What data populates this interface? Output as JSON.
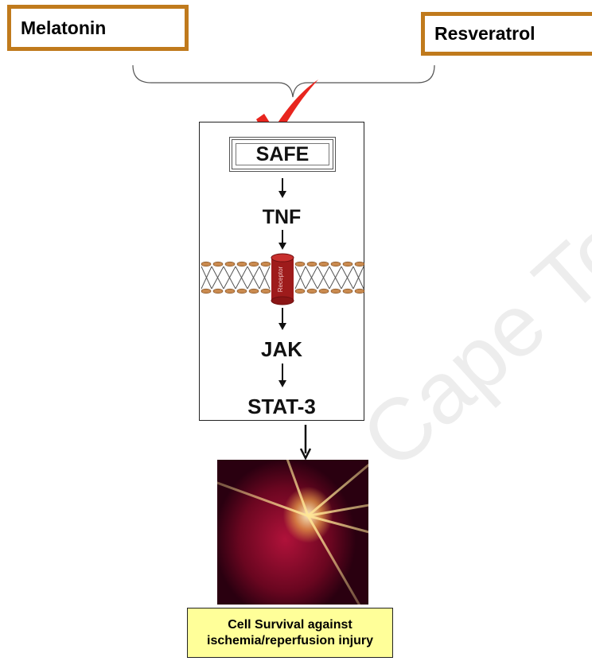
{
  "inputs": {
    "drug_a": "Melatonin",
    "drug_b": "Resveratrol"
  },
  "pathway": {
    "step_1": "SAFE",
    "step_2": "TNF",
    "receptor_label": "Receptor",
    "step_3": "JAK",
    "step_4": "STAT-3"
  },
  "outcome": {
    "line_1": "Cell Survival against",
    "line_2": "ischemia/reperfusion injury"
  },
  "watermark": "Cape Town",
  "colors": {
    "input_border": "#c07a1c",
    "checkmark": "#e8251e",
    "receptor": "#9e1b1b",
    "outcome_fill": "#ffff99"
  },
  "icons": [
    "checkmark-icon",
    "heart-image",
    "cell-membrane",
    "receptor-icon"
  ]
}
